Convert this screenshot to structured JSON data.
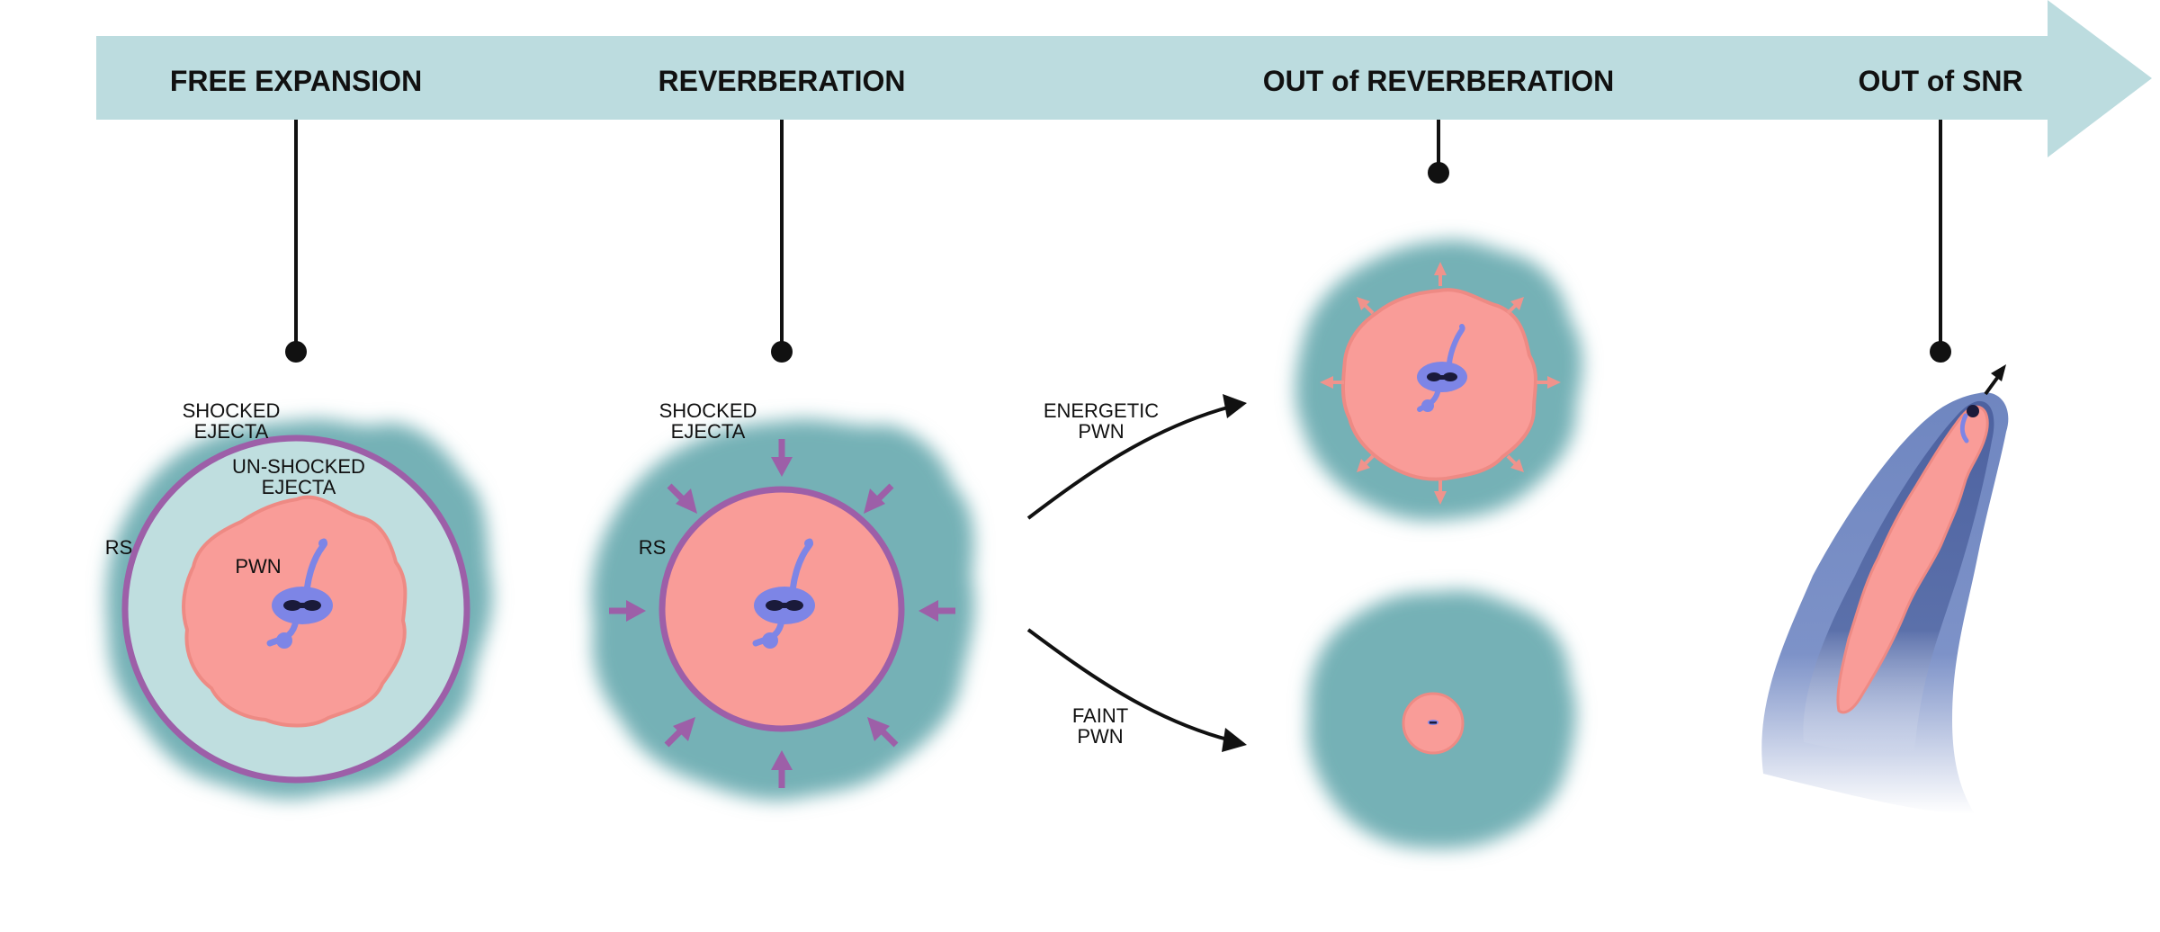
{
  "timeline": {
    "stages": [
      {
        "title": "FREE EXPANSION"
      },
      {
        "title": "REVERBERATION"
      },
      {
        "title": "OUT of REVERBERATION"
      },
      {
        "title": "OUT of SNR"
      }
    ]
  },
  "panels": {
    "free_expansion": {
      "shocked_ejecta": [
        "SHOCKED",
        "EJECTA"
      ],
      "unshocked_ejecta": [
        "UN-SHOCKED",
        "EJECTA"
      ],
      "rs": "RS",
      "pwn": "PWN"
    },
    "reverberation": {
      "shocked_ejecta": [
        "SHOCKED",
        "EJECTA"
      ],
      "rs": "RS"
    },
    "branches": {
      "energetic": [
        "ENERGETIC",
        "PWN"
      ],
      "faint": [
        "FAINT",
        "PWN"
      ]
    }
  },
  "colors": {
    "timeline_band": "#bcdcdf",
    "shocked_ejecta": "#74b1b6",
    "unshocked_ejecta": "#bfdedf",
    "pwn_fill": "#f99c98",
    "pwn_edge": "#ee8a84",
    "rs_ring": "#9d5fa8",
    "pulsar_blue": "#7d85e6",
    "pulsar_core": "#1a1a3a",
    "arrow_purple": "#9d5fa8",
    "arrow_salmon": "#f0938c",
    "bow_outer": "#7f95c8",
    "bow_inner": "#5a6fa6"
  }
}
